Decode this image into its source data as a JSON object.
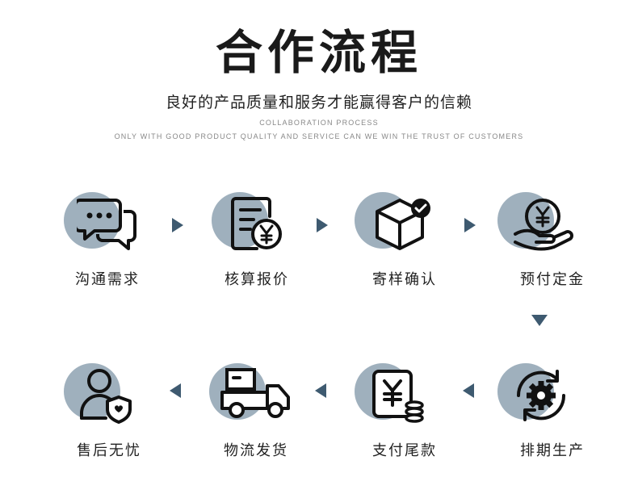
{
  "header": {
    "title": "合作流程",
    "subtitle": "良好的产品质量和服务才能赢得客户的信赖",
    "en_line1": "COLLABORATION PROCESS",
    "en_line2": "ONLY WITH GOOD PRODUCT QUALITY AND SERVICE CAN WE WIN THE TRUST OF CUSTOMERS"
  },
  "steps": [
    {
      "label": "沟通需求",
      "icon": "chat-bubbles-icon"
    },
    {
      "label": "核算报价",
      "icon": "invoice-yen-icon"
    },
    {
      "label": "寄样确认",
      "icon": "box-check-icon"
    },
    {
      "label": "预付定金",
      "icon": "hand-yen-coin-icon"
    },
    {
      "label": "排期生产",
      "icon": "gear-cycle-icon"
    },
    {
      "label": "支付尾款",
      "icon": "yen-card-coins-icon"
    },
    {
      "label": "物流发货",
      "icon": "delivery-truck-icon"
    },
    {
      "label": "售后无忧",
      "icon": "user-shield-icon"
    }
  ],
  "colors": {
    "circle": "#9fb0bd",
    "arrow": "#3e5a70",
    "text": "#222222"
  }
}
